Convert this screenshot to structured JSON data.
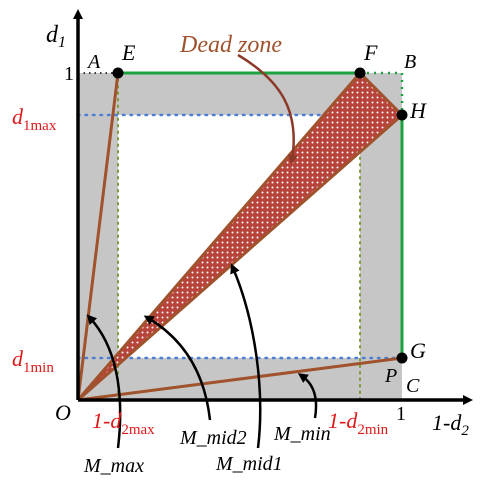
{
  "colors": {
    "gray_band": "#c6c6c6",
    "dead_zone_fill": "#b8433b",
    "dead_zone_dots": "#ffffff",
    "brown_line": "#a0522d",
    "green_line": "#1aa33f",
    "blue_dotted": "#4a7fd4",
    "olive_dotted": "#7a9a3a",
    "red_label": "#e01a1a",
    "annotation_brown": "#a0522d",
    "black": "#000000"
  },
  "axes": {
    "y_label_base": "d",
    "y_label_sub": "1",
    "x_label": "1-d",
    "x_label_sub": "2"
  },
  "ticks": {
    "one_y": "1",
    "one_x": "1",
    "d1max_base": "d",
    "d1max_sub": "1max",
    "d1min_base": "d",
    "d1min_sub": "1min",
    "x_left_base": "1-d",
    "x_left_sub": "2max",
    "x_right_base": "1-d",
    "x_right_sub": "2min"
  },
  "points": {
    "O": "O",
    "A": "A",
    "E": "E",
    "F": "F",
    "B": "B",
    "H": "H",
    "G": "G",
    "P": "P",
    "C": "C"
  },
  "dead_zone_label": "Dead zone",
  "line_labels": {
    "m_max": "M_max",
    "m_mid2": "M_mid2",
    "m_mid1": "M_mid1",
    "m_min": "M_min"
  }
}
